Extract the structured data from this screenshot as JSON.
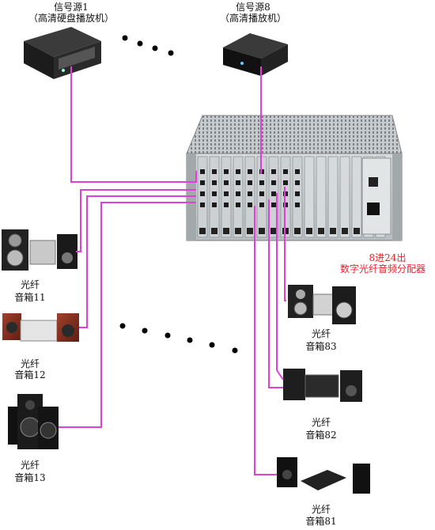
{
  "colors": {
    "cable": "#e040d8",
    "title_red": "#e8202a"
  },
  "sources": {
    "s1": {
      "name": "信号源1",
      "desc": "（高清硬盘播放机）"
    },
    "s8": {
      "name": "信号源8",
      "desc": "（高清播放机）"
    }
  },
  "distributor": {
    "title_line1": "8进24出",
    "title_line2": "数字光纤音频分配器"
  },
  "speakers": {
    "sp11": {
      "line1": "光纤",
      "line2": "音箱11"
    },
    "sp12": {
      "line1": "光纤",
      "line2": "音箱12"
    },
    "sp13": {
      "line1": "光纤",
      "line2": "音箱13"
    },
    "sp83": {
      "line1": "光纤",
      "line2": "音箱83"
    },
    "sp82": {
      "line1": "光纤",
      "line2": "音箱82"
    },
    "sp81": {
      "line1": "光纤",
      "line2": "音箱81"
    }
  },
  "icons": [
    "player-1-icon",
    "player-8-icon",
    "distributor-chassis-icon",
    "speaker-set-icon",
    "ellipsis-dots-icon"
  ]
}
